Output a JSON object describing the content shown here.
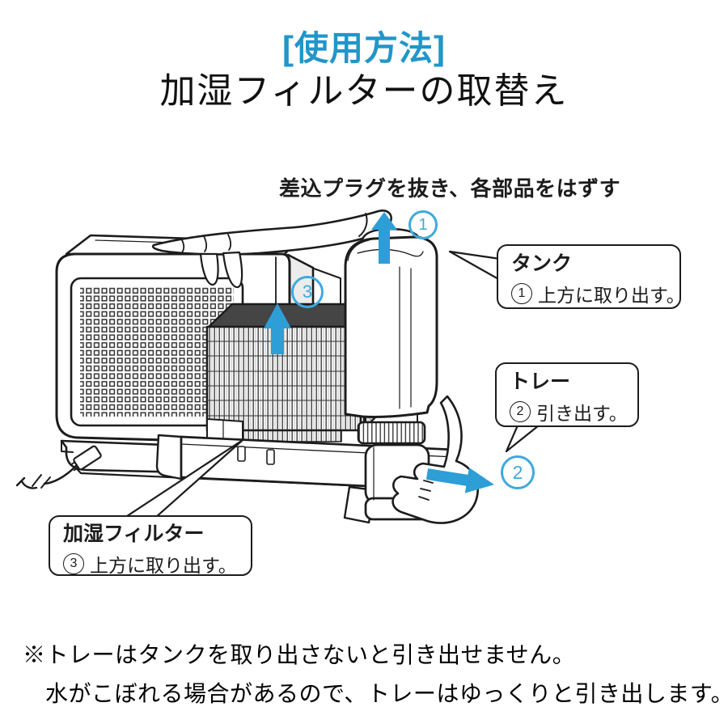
{
  "header": {
    "section_label": "[使用方法]",
    "title": "加湿フィルターの取替え"
  },
  "diagram": {
    "instruction": "差込プラグを抜き、各部品をはずす",
    "callouts": [
      {
        "num": "1",
        "part": "タンク",
        "action": "上方に取り出す。"
      },
      {
        "num": "2",
        "part": "トレー",
        "action": "引き出す。"
      },
      {
        "num": "3",
        "part": "加湿フィルター",
        "action": "上方に取り出す。"
      }
    ],
    "colors": {
      "accent_blue": "#2196c8",
      "arrow_blue": "#2d9ed6",
      "marker_blue": "#3fa9dc",
      "line": "#1c1c1c"
    }
  },
  "notes": [
    "※トレーはタンクを取り出さないと引き出せません。",
    "水がこぼれる場合があるので、トレーはゆっくりと引き出します。"
  ]
}
